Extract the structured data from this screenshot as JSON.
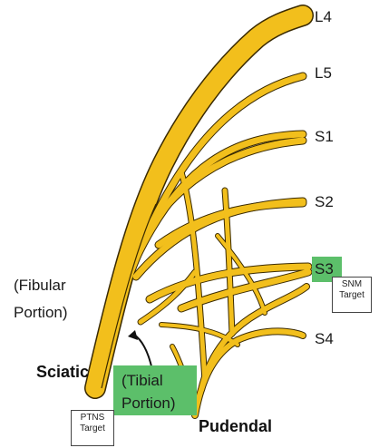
{
  "roots": {
    "l4": "L4",
    "l5": "L5",
    "s1": "S1",
    "s2": "S2",
    "s3": "S3",
    "s4": "S4"
  },
  "labels": {
    "fibular_line1": "(Fibular",
    "fibular_line2": "Portion)",
    "sciatic": "Sciatic",
    "tibial_line1": "(Tibial",
    "tibial_line2": "Portion)",
    "pudendal": "Pudendal"
  },
  "targets": {
    "snm_line1": "SNM",
    "snm_line2": "Target",
    "ptns_line1": "PTNS",
    "ptns_line2": "Target"
  },
  "colors": {
    "nerve": "#f2bf1c",
    "outline": "#3a2a00",
    "highlight": "#5cbf6a"
  }
}
